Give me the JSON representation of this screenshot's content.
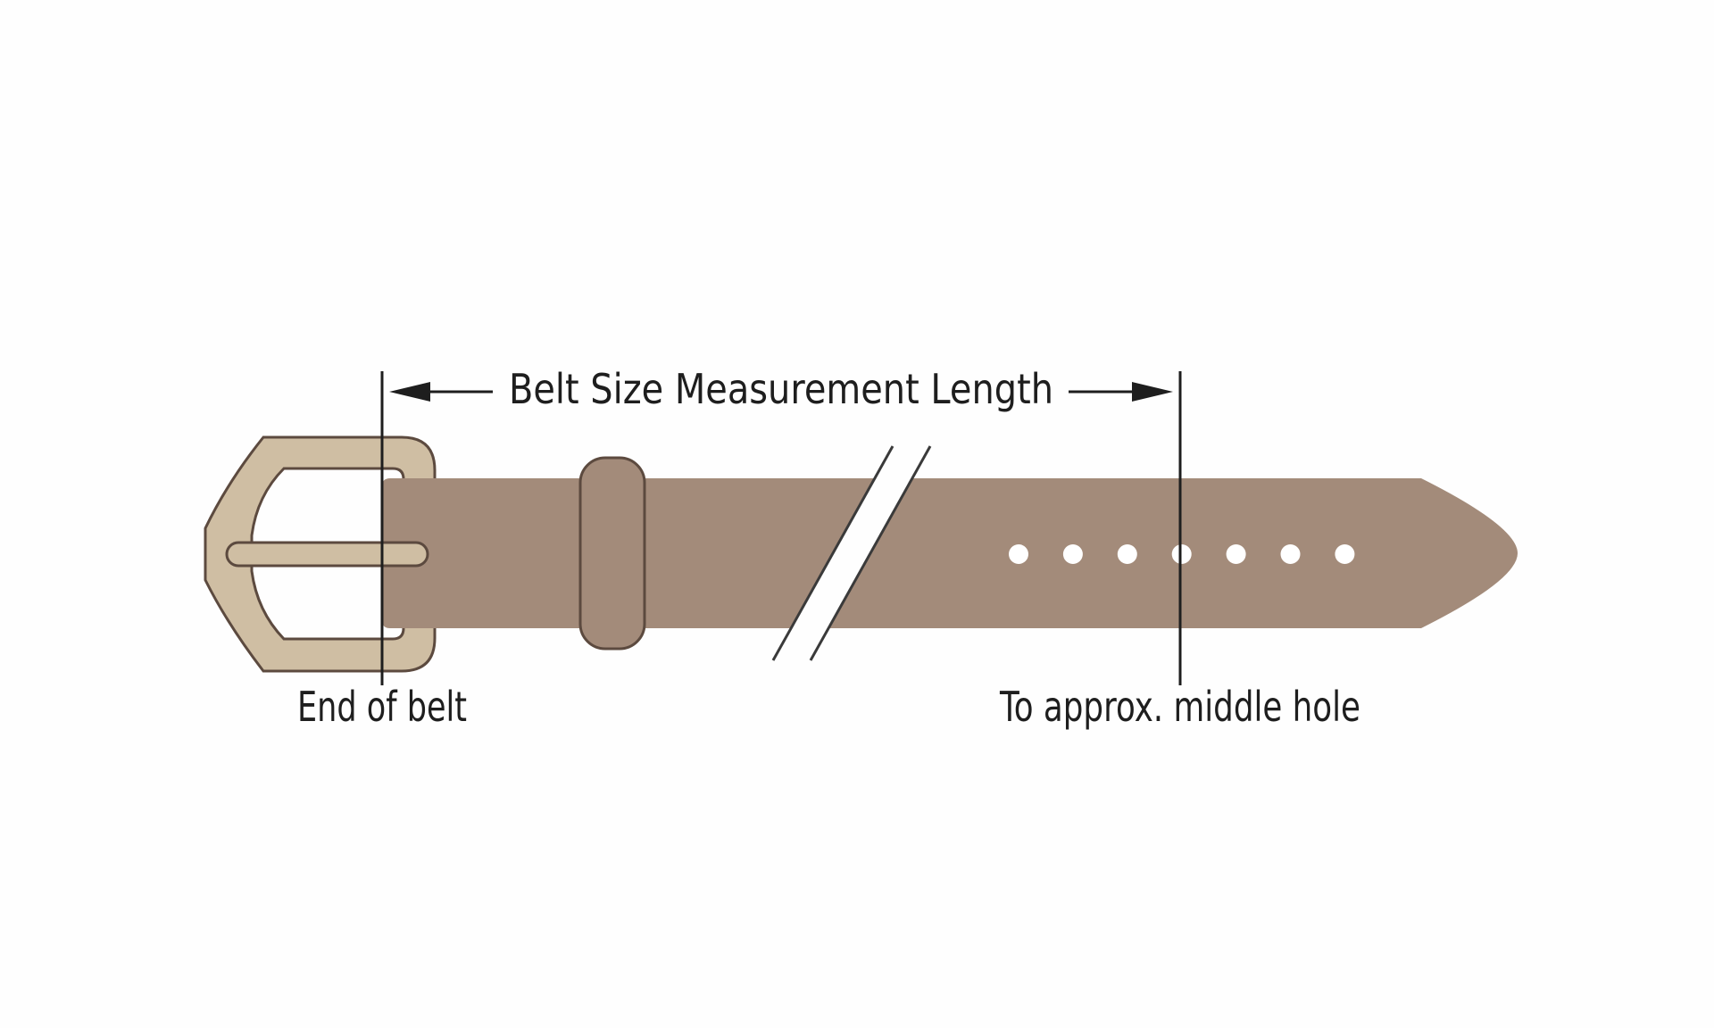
{
  "labels": {
    "measurement": "Belt Size Measurement Length",
    "start": "End of belt",
    "end": "To approx. middle hole"
  },
  "hole_count": 7,
  "colors": {
    "background": "#fefefe",
    "strap": "#a38b7a",
    "buckle": "#cfbea3",
    "outline": "#5c4a3f",
    "ink": "#1e1e1e",
    "hole": "#ffffff"
  }
}
